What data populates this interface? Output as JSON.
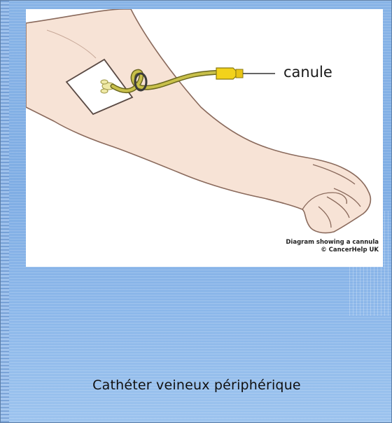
{
  "figure": {
    "pointer_label": "canule",
    "credit_line1": "Diagram showing a cannula",
    "credit_line2": "© CancerHelp UK"
  },
  "caption": "Cathéter veineux périphérique",
  "colors": {
    "skin": "#f7e4d8",
    "skin_outline": "#8a6a5c",
    "tube": "#b9b23a",
    "connector": "#f2d21b",
    "background_blue": "#87b3e6"
  }
}
